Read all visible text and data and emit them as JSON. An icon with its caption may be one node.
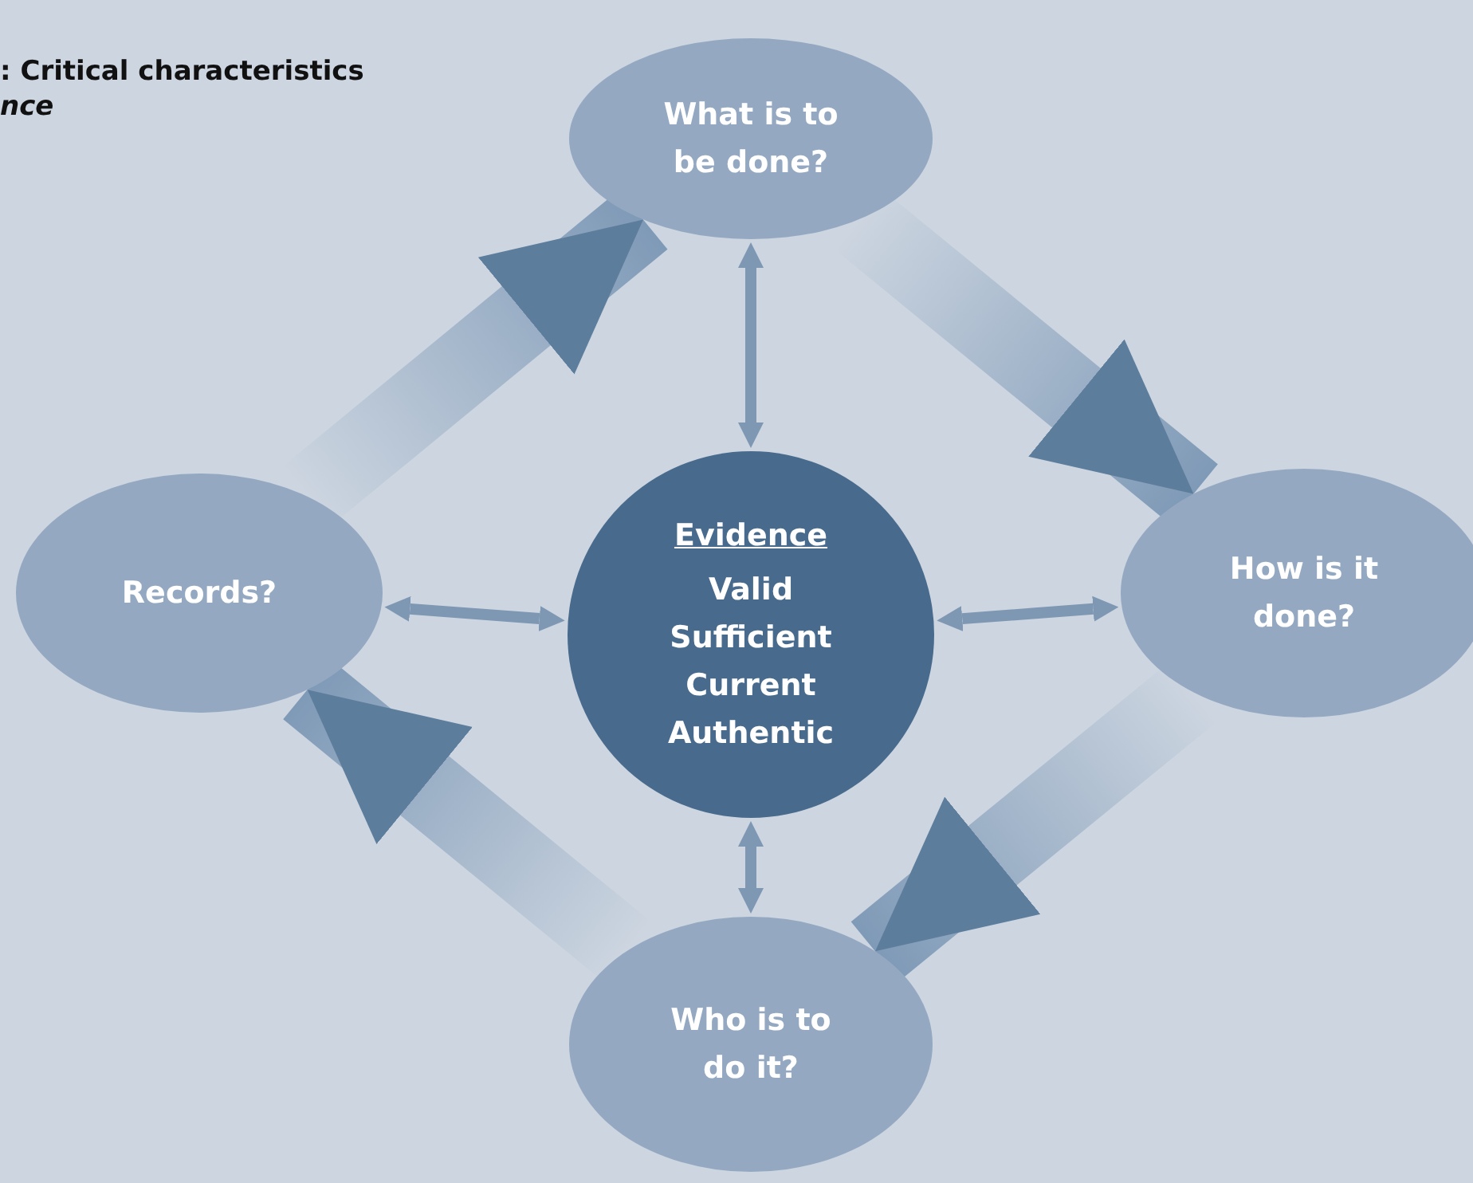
{
  "diagram": {
    "title": ": Critical characteristics *nce*",
    "nodes": [
      {
        "text": [
          "What is to be done?"
        ]
      },
      {
        "text": [
          "Records?"
        ]
      },
      {
        "text": [
          "Evidence",
          "Valid Sufficient Current Authentic"
        ]
      },
      {
        "text": [
          "How is it done?"
        ]
      },
      {
        "text": [
          "Who is to do it?"
        ]
      }
    ],
    "edges": [
      {
        "from": 0,
        "to": 3,
        "arrow": "to",
        "style": "thick"
      },
      {
        "from": 3,
        "to": 4,
        "arrow": "to",
        "style": "thick"
      },
      {
        "from": 4,
        "to": 1,
        "arrow": "to",
        "style": "thick"
      },
      {
        "from": 1,
        "to": 0,
        "arrow": "to",
        "style": "thick"
      },
      {
        "from": 2,
        "to": 0,
        "arrow": "both"
      },
      {
        "from": 2,
        "to": 1,
        "arrow": "both"
      },
      {
        "from": 2,
        "to": 3,
        "arrow": "both"
      },
      {
        "from": 2,
        "to": 4,
        "arrow": "both"
      }
    ]
  }
}
